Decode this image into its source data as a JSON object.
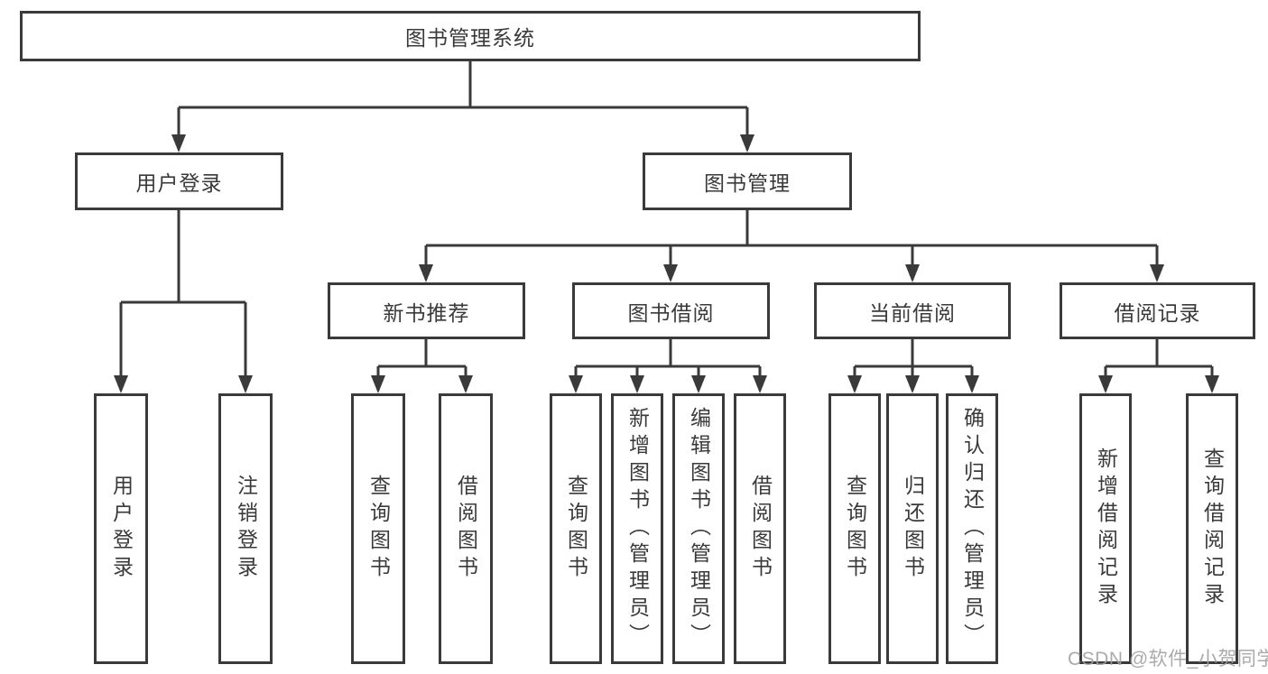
{
  "colors": {
    "line": "#3a3a3a",
    "box_border": "#3a3a3a",
    "text": "#3a3a3a",
    "background": "#ffffff",
    "watermark": "#9e9e9e"
  },
  "tree": {
    "root": {
      "label": "图书管理系统",
      "children": [
        {
          "label": "用户登录",
          "children": [
            {
              "label": "用户登录"
            },
            {
              "label": "注销登录"
            }
          ]
        },
        {
          "label": "图书管理",
          "children": [
            {
              "label": "新书推荐",
              "children": [
                {
                  "label": "查询图书"
                },
                {
                  "label": "借阅图书"
                }
              ]
            },
            {
              "label": "图书借阅",
              "children": [
                {
                  "label": "查询图书"
                },
                {
                  "label": "新增图书（管理员）"
                },
                {
                  "label": "编辑图书（管理员）"
                },
                {
                  "label": "借阅图书"
                }
              ]
            },
            {
              "label": "当前借阅",
              "children": [
                {
                  "label": "查询图书"
                },
                {
                  "label": "归还图书"
                },
                {
                  "label": "确认归还（管理员）"
                }
              ]
            },
            {
              "label": "借阅记录",
              "children": [
                {
                  "label": "新增借阅记录"
                },
                {
                  "label": "查询借阅记录"
                }
              ]
            }
          ]
        }
      ]
    }
  },
  "watermark": {
    "text": "CSDN @软件_小贺同学"
  }
}
